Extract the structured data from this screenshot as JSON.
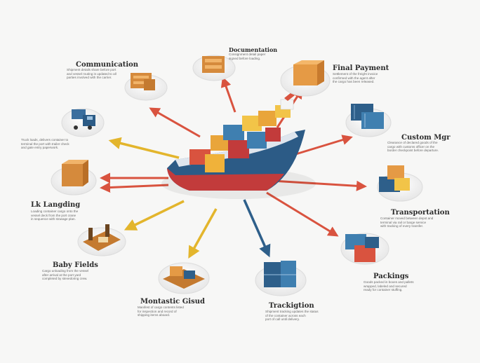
{
  "nodes": [
    {
      "id": "communication",
      "label": "Communication",
      "desc": "Shipment details share before port\nand vessel routing is updated to all\nparties involved with the carrier."
    },
    {
      "id": "doc-top",
      "label": "Documentation",
      "desc": "Consignment detail paper\nsigned before loading."
    },
    {
      "id": "final-payment",
      "label": "Final Payment",
      "desc": "Settlement of the freight invoice\nconfirmed with the agent after\nthe cargo has been released."
    },
    {
      "id": "truck",
      "label": "",
      "desc": "Truck loads, delivers container to\nterminal the port with trailer check\nand gate entry paperwork."
    },
    {
      "id": "custom-mgr",
      "label": "Custom Mgr",
      "desc": "Clearance of declared goods of the\ncargo with customs officer on the\nborder checkpoint before departure."
    },
    {
      "id": "lk-lancing",
      "label": "Lk Langding",
      "desc": "Loading container cargo onto the\nvessel deck from the port crane\nin sequence with stowage plan."
    },
    {
      "id": "transportation",
      "label": "Transportation",
      "desc": "Container moved between depot and\nterminal via rail or barge service\nwith tracking of every transfer."
    },
    {
      "id": "baby-fields",
      "label": "Baby Fields",
      "desc": "Cargo unloading from the vessel\nafter arrival at the port yard\ncompleted by stevedoring crew."
    },
    {
      "id": "packings",
      "label": "Packings",
      "desc": "Goods packed in boxes and pallets\nwrapped, labeled and secured\nready for container stuffing."
    },
    {
      "id": "manifest",
      "label": "Montastic Gisud",
      "desc": "Manifest of cargo contents listed\nfor inspection and record of\nshipping items aboard."
    },
    {
      "id": "tracking",
      "label": "Trackigtion",
      "desc": "Shipment tracking updates the status\nof the container across each\nport of call until delivery."
    }
  ]
}
